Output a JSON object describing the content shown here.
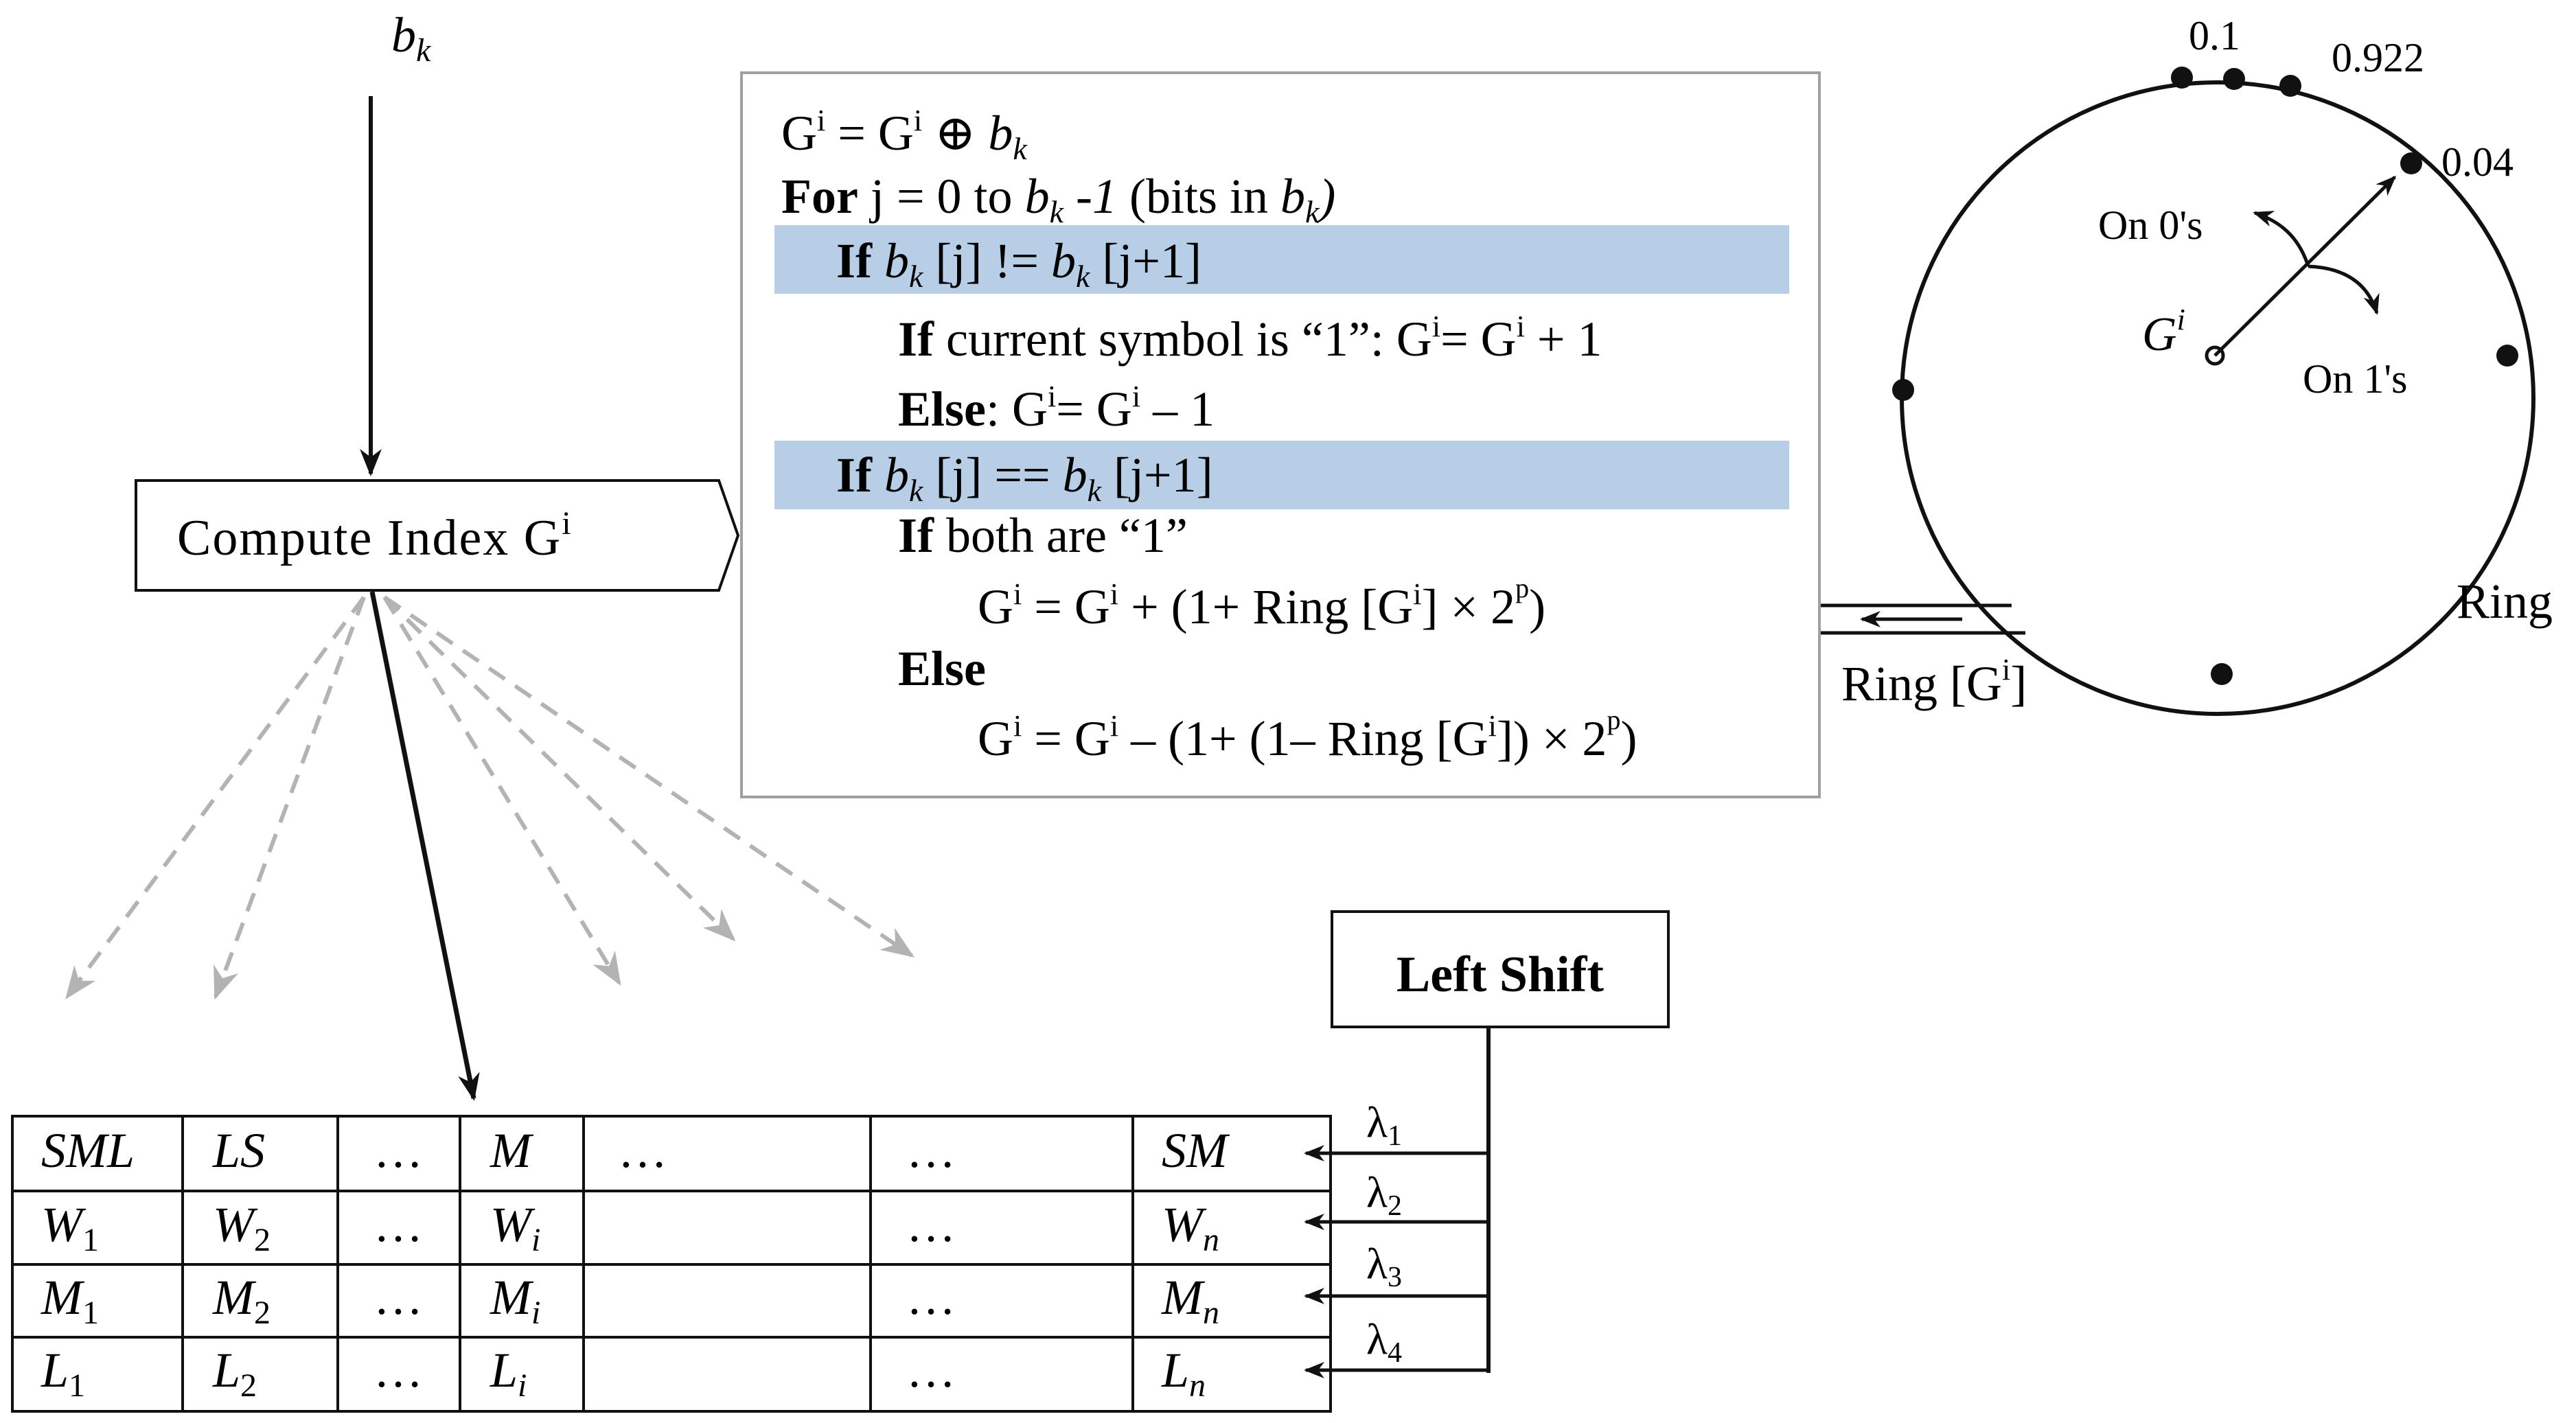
{
  "input_label": "b",
  "input_subscript": "k",
  "compute_box": {
    "label": "Compute Index G",
    "sup": "i"
  },
  "algorithm": {
    "line1": {
      "lhs": "G",
      "sup1": "i",
      "eq": " = G",
      "sup2": "i",
      "op": " ⊕ ",
      "b": "b",
      "bsub": "k"
    },
    "line2": {
      "kw": "For",
      "t1": " j = 0 to ",
      "b": "b",
      "bsub": "k",
      "t2": " -1",
      "t3": " (bits in ",
      "b2": "b",
      "b2sub": "k",
      "t4": ")"
    },
    "line3": {
      "kw": "If",
      "b1": " b",
      "s1": "k",
      "t1": " [j]  != ",
      "b2": "b",
      "s2": "k",
      "t2": " [j+1]"
    },
    "line4": {
      "kw": "If",
      "t1": " current  symbol  is “1”:  G",
      "sup1": "i",
      "t2": "= G",
      "sup2": "i",
      "t3": " + 1"
    },
    "line5": {
      "kw": "Else",
      "t1": ":   G",
      "sup1": "i",
      "t2": "= G",
      "sup2": "i",
      "t3": " – 1"
    },
    "line6": {
      "kw": "If",
      "b1": " b",
      "s1": "k",
      "t1": " [j] == ",
      "b2": "b",
      "s2": "k",
      "t2": " [j+1]"
    },
    "line7": {
      "kw": "If",
      "t1": " both are “1”"
    },
    "line8": {
      "t1": "G",
      "sup1": "i",
      "t2": " = G",
      "sup2": "i",
      "t3": " + (1+ Ring [G",
      "sup3": "i",
      "t4": "] × 2",
      "sup4": "p",
      "t5": ")"
    },
    "line9": {
      "kw": "Else"
    },
    "line10": {
      "t1": "G",
      "sup1": "i",
      "t2": " = G",
      "sup2": "i",
      "t3": " – (1+ (1– Ring [G",
      "sup3": "i",
      "t4": "]) × 2",
      "sup4": "p",
      "t5": ")"
    }
  },
  "ring": {
    "label": "Ring",
    "value_labels": [
      "0.1",
      "0.922",
      "0.04"
    ],
    "center_label": "G",
    "center_sup": "i",
    "on_zeros": "On 0's",
    "on_ones": "On 1's",
    "lookup_label": "Ring [G",
    "lookup_sup": "i",
    "lookup_close": "]"
  },
  "left_shift_label": "Left Shift",
  "lambdas": [
    {
      "sym": "λ",
      "sub": "1"
    },
    {
      "sym": "λ",
      "sub": "2"
    },
    {
      "sym": "λ",
      "sub": "3"
    },
    {
      "sym": "λ",
      "sub": "4"
    }
  ],
  "table": {
    "row1": [
      "SML",
      "LS",
      "…",
      "M",
      "…",
      "…",
      "SM"
    ],
    "row2": [
      {
        "v": "W",
        "s": "1"
      },
      {
        "v": "W",
        "s": "2"
      },
      {
        "v": "…",
        "s": ""
      },
      {
        "v": "W",
        "s": "i"
      },
      {
        "v": "",
        "s": ""
      },
      {
        "v": "…",
        "s": ""
      },
      {
        "v": "W",
        "s": "n"
      }
    ],
    "row3": [
      {
        "v": "M",
        "s": "1"
      },
      {
        "v": "M",
        "s": "2"
      },
      {
        "v": "…",
        "s": ""
      },
      {
        "v": "M",
        "s": "i"
      },
      {
        "v": "",
        "s": ""
      },
      {
        "v": "…",
        "s": ""
      },
      {
        "v": "M",
        "s": "n"
      }
    ],
    "row4": [
      {
        "v": "L",
        "s": "1"
      },
      {
        "v": "L",
        "s": "2"
      },
      {
        "v": "…",
        "s": ""
      },
      {
        "v": "L",
        "s": "i"
      },
      {
        "v": "",
        "s": ""
      },
      {
        "v": "…",
        "s": ""
      },
      {
        "v": "L",
        "s": "n"
      }
    ]
  },
  "colors": {
    "highlight": "#b8cde6",
    "dashed_arrow": "#b3b3b3",
    "ink": "#111111",
    "box_border": "#a0a0a0"
  }
}
